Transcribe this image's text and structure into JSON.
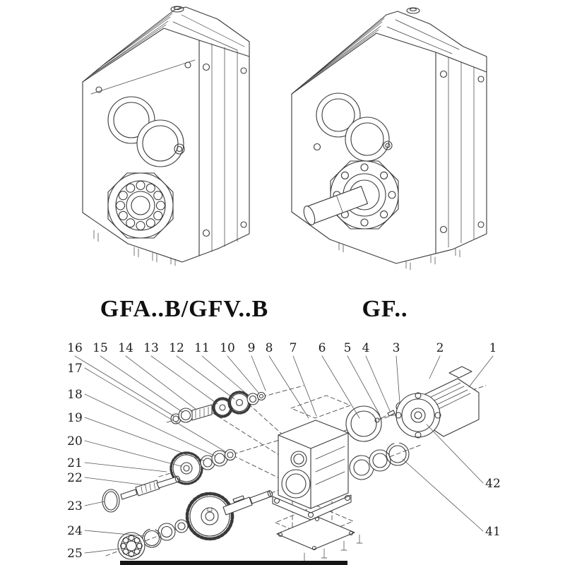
{
  "document": {
    "background_color": "#ffffff",
    "line_color": "#3a3a3a",
    "text_color": "#1d1d1d"
  },
  "models": [
    {
      "label": "GFA..B/GFV..B"
    },
    {
      "label": "GF.."
    }
  ],
  "exploded": {
    "callouts_top": [
      "16",
      "15",
      "14",
      "13",
      "12",
      "11",
      "10",
      "9",
      "8",
      "7",
      "6",
      "5",
      "4",
      "3",
      "2",
      "1"
    ],
    "callouts_left": [
      "17",
      "18",
      "19",
      "20",
      "21",
      "22",
      "23",
      "24",
      "25"
    ],
    "callouts_right": [
      "42",
      "41"
    ]
  }
}
